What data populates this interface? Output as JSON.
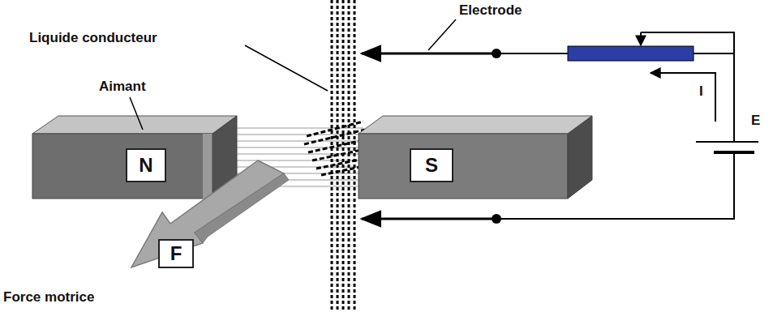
{
  "diagram": {
    "nodes": [
      {
        "text": [
          "N"
        ]
      },
      {
        "text": [
          "S"
        ]
      },
      {
        "text": [
          "F"
        ]
      }
    ],
    "labels": [
      "Electrode",
      "Liquide conducteur",
      "Aimant",
      "I",
      "E",
      "Force motrice"
    ]
  }
}
